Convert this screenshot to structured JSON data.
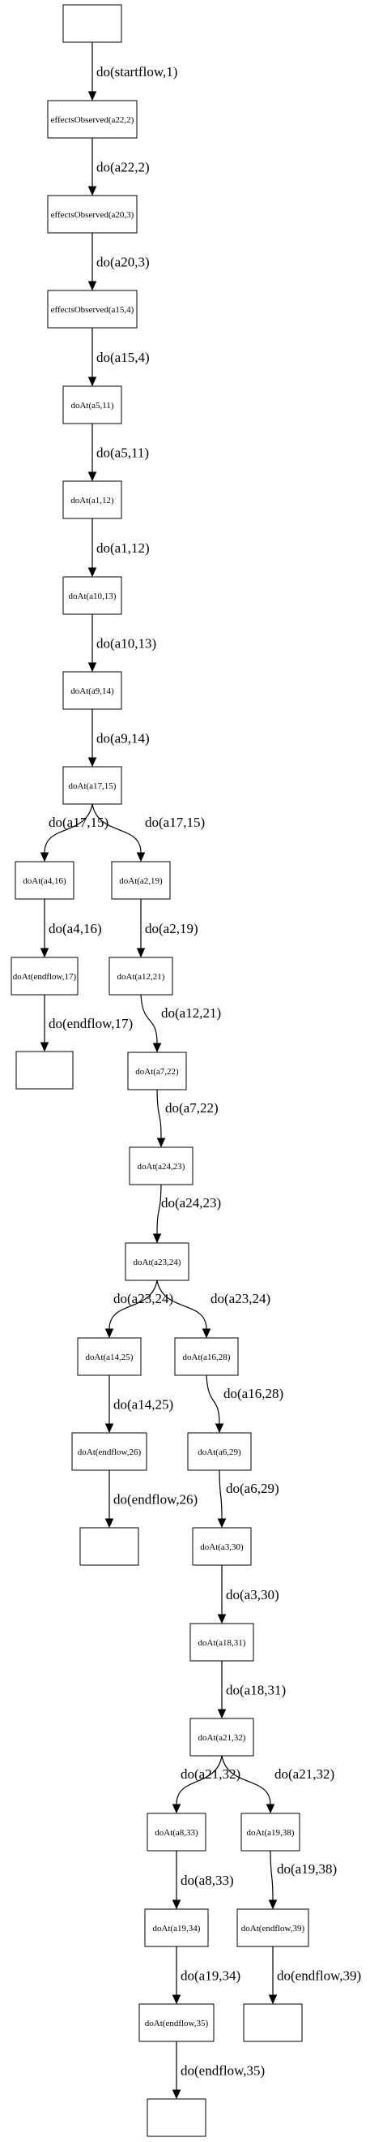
{
  "nodes": [
    {
      "id": "start",
      "label": ""
    },
    {
      "id": "n1",
      "label": "effectsObserved(a22,2)"
    },
    {
      "id": "n2",
      "label": "effectsObserved(a20,3)"
    },
    {
      "id": "n3",
      "label": "effectsObserved(a15,4)"
    },
    {
      "id": "n4",
      "label": "doAt(a5,11)"
    },
    {
      "id": "n5",
      "label": "doAt(a1,12)"
    },
    {
      "id": "n6",
      "label": "doAt(a10,13)"
    },
    {
      "id": "n7",
      "label": "doAt(a9,14)"
    },
    {
      "id": "n8",
      "label": "doAt(a17,15)"
    },
    {
      "id": "n9",
      "label": "doAt(a4,16)"
    },
    {
      "id": "n10",
      "label": "doAt(a2,19)"
    },
    {
      "id": "n11",
      "label": "doAt(endflow,17)"
    },
    {
      "id": "n12",
      "label": "doAt(a12,21)"
    },
    {
      "id": "e1",
      "label": ""
    },
    {
      "id": "n13",
      "label": "doAt(a7,22)"
    },
    {
      "id": "n14",
      "label": "doAt(a24,23)"
    },
    {
      "id": "n15",
      "label": "doAt(a23,24)"
    },
    {
      "id": "n16",
      "label": "doAt(a14,25)"
    },
    {
      "id": "n17",
      "label": "doAt(a16,28)"
    },
    {
      "id": "n18",
      "label": "doAt(endflow,26)"
    },
    {
      "id": "n19",
      "label": "doAt(a6,29)"
    },
    {
      "id": "e2",
      "label": ""
    },
    {
      "id": "n20",
      "label": "doAt(a3,30)"
    },
    {
      "id": "n21",
      "label": "doAt(a18,31)"
    },
    {
      "id": "n22",
      "label": "doAt(a21,32)"
    },
    {
      "id": "n23",
      "label": "doAt(a8,33)"
    },
    {
      "id": "n24",
      "label": "doAt(a19,38)"
    },
    {
      "id": "n25",
      "label": "doAt(a19,34)"
    },
    {
      "id": "n26",
      "label": "doAt(endflow,39)"
    },
    {
      "id": "n27",
      "label": "doAt(endflow,35)"
    },
    {
      "id": "e3",
      "label": ""
    },
    {
      "id": "e4",
      "label": ""
    }
  ],
  "edges": [
    {
      "from": "start",
      "to": "n1",
      "label": "do(startflow,1)"
    },
    {
      "from": "n1",
      "to": "n2",
      "label": "do(a22,2)"
    },
    {
      "from": "n2",
      "to": "n3",
      "label": "do(a20,3)"
    },
    {
      "from": "n3",
      "to": "n4",
      "label": "do(a15,4)"
    },
    {
      "from": "n4",
      "to": "n5",
      "label": "do(a5,11)"
    },
    {
      "from": "n5",
      "to": "n6",
      "label": "do(a1,12)"
    },
    {
      "from": "n6",
      "to": "n7",
      "label": "do(a10,13)"
    },
    {
      "from": "n7",
      "to": "n8",
      "label": "do(a9,14)"
    },
    {
      "from": "n8",
      "to": "n9",
      "label": "do(a17,15)"
    },
    {
      "from": "n8",
      "to": "n10",
      "label": "do(a17,15)"
    },
    {
      "from": "n9",
      "to": "n11",
      "label": "do(a4,16)"
    },
    {
      "from": "n10",
      "to": "n12",
      "label": "do(a2,19)"
    },
    {
      "from": "n11",
      "to": "e1",
      "label": "do(endflow,17)"
    },
    {
      "from": "n12",
      "to": "n13",
      "label": "do(a12,21)"
    },
    {
      "from": "n13",
      "to": "n14",
      "label": "do(a7,22)"
    },
    {
      "from": "n14",
      "to": "n15",
      "label": "do(a24,23)"
    },
    {
      "from": "n15",
      "to": "n16",
      "label": "do(a23,24)"
    },
    {
      "from": "n15",
      "to": "n17",
      "label": "do(a23,24)"
    },
    {
      "from": "n16",
      "to": "n18",
      "label": "do(a14,25)"
    },
    {
      "from": "n17",
      "to": "n19",
      "label": "do(a16,28)"
    },
    {
      "from": "n18",
      "to": "e2",
      "label": "do(endflow,26)"
    },
    {
      "from": "n19",
      "to": "n20",
      "label": "do(a6,29)"
    },
    {
      "from": "n20",
      "to": "n21",
      "label": "do(a3,30)"
    },
    {
      "from": "n21",
      "to": "n22",
      "label": "do(a18,31)"
    },
    {
      "from": "n22",
      "to": "n23",
      "label": "do(a21,32)"
    },
    {
      "from": "n22",
      "to": "n24",
      "label": "do(a21,32)"
    },
    {
      "from": "n23",
      "to": "n25",
      "label": "do(a8,33)"
    },
    {
      "from": "n24",
      "to": "n26",
      "label": "do(a19,38)"
    },
    {
      "from": "n25",
      "to": "n27",
      "label": "do(a19,34)"
    },
    {
      "from": "n26",
      "to": "e3",
      "label": "do(endflow,39)"
    },
    {
      "from": "n27",
      "to": "e4",
      "label": "do(endflow,35)"
    }
  ]
}
